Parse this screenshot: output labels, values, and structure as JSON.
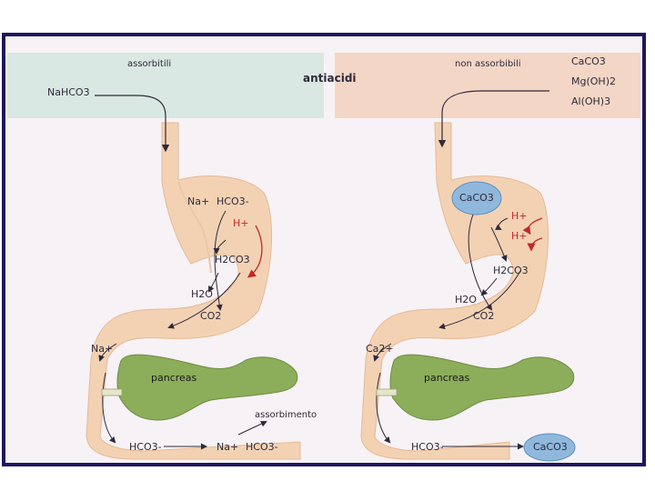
{
  "banner": {
    "left_title": "assorbitili",
    "left_compound": "NaHCO3",
    "center_title": "antiacidi",
    "right_title": "non assorbibili",
    "right_compounds": [
      "CaCO3",
      "Mg(OH)2",
      "Al(OH)3"
    ]
  },
  "left_stomach": {
    "ions": [
      "Na+",
      "HCO3-"
    ],
    "h_plus": "H+",
    "carbonic_acid": "H2CO3",
    "water": "H2O",
    "co2": "CO2",
    "absorbed_ion": "Na+",
    "pancreas": "pancreas",
    "absorption_label": "assorbimento",
    "intestine_flow": [
      "HCO3-",
      "Na+",
      "HCO3-"
    ]
  },
  "right_stomach": {
    "bubble_compound": "CaCO3",
    "h_plus_1": "H+",
    "h_plus_2": "H+",
    "carbonic_acid": "H2CO3",
    "water": "H2O",
    "co2": "CO2",
    "absorbed_ion": "Ca2+",
    "pancreas": "pancreas",
    "intestine_flow": [
      "HCO3-",
      "CaCO3"
    ]
  },
  "colors": {
    "frame": "#1e1660",
    "left_banner": "#d9e8e2",
    "right_banner": "#f4d6c6",
    "stomach": "#f3d2b4",
    "pancreas": "#8cad5a",
    "bubble": "#8fb8dc",
    "red_text": "#c0282c"
  }
}
